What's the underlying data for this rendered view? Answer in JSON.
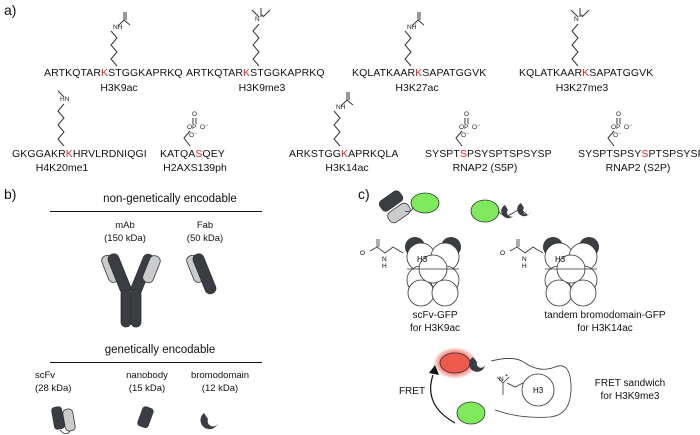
{
  "panels": {
    "a": "a)",
    "b": "b)",
    "c": "c)"
  },
  "chem": {
    "nh": "NH",
    "hn": "HN",
    "n_plus": "N",
    "plus": "+",
    "o": "O",
    "p": "P",
    "o_minus": "O⁻",
    "h3": "H3",
    "n": "N",
    "h": "H"
  },
  "peptides": [
    {
      "pre": "ARTKQTAR",
      "hl": "K",
      "post": "STGGKAPRKQ",
      "label": "H3K9ac"
    },
    {
      "pre": "ARTKQTAR",
      "hl": "K",
      "post": "STGGKAPRKQ",
      "label": "H3K9me3"
    },
    {
      "pre": "KQLATKAAR",
      "hl": "K",
      "post": "SAPATGGVK",
      "label": "H3K27ac"
    },
    {
      "pre": "KQLATKAAR",
      "hl": "K",
      "post": "SAPATGGVK",
      "label": "H3K27me3"
    },
    {
      "pre": "GKGGAKR",
      "hl": "K",
      "post": "HRVLRDNIQGI",
      "label": "H4K20me1"
    },
    {
      "pre": "KATQA",
      "hl": "S",
      "post": "QEY",
      "label": "H2AXS139ph"
    },
    {
      "pre": "ARKSTGG",
      "hl": "K",
      "post": "APRKQLA",
      "label": "H3K14ac"
    },
    {
      "pre": "SYSPT",
      "hl": "S",
      "post": "PSYSPTSPSYSP",
      "label": "RNAP2 (S5P)"
    },
    {
      "pre": "SYSPTSPSY",
      "hl": "S",
      "post": "PTSPSYSP",
      "label": "RNAP2 (S2P)"
    }
  ],
  "panel_b": {
    "non_genetic_title": "non-genetically encodable",
    "mab": {
      "name": "mAb",
      "size": "(150 kDa)"
    },
    "fab": {
      "name": "Fab",
      "size": "(50 kDa)"
    },
    "genetic_title": "genetically encodable",
    "scfv": {
      "name": "scFv",
      "size": "(28 kDa)"
    },
    "nanobody": {
      "name": "nanobody",
      "size": "(15 kDa)"
    },
    "bromodomain": {
      "name": "bromodomain",
      "size": "(12 kDa)"
    }
  },
  "panel_c": {
    "scfv_gfp": [
      "scFv-GFP",
      "for H3K9ac"
    ],
    "tandem": [
      "tandem bromodomain-GFP",
      "for H3K14ac"
    ],
    "fret_label": "FRET",
    "fret_sandwich": [
      "FRET sandwich",
      "for H3K9me3"
    ]
  },
  "colors": {
    "highlight": "#e0282e",
    "dark_protein": "#3a3d42",
    "light_protein": "#c9cbcd",
    "gfp_green": "#7ee95a",
    "fret_red": "#ef5a4f"
  }
}
